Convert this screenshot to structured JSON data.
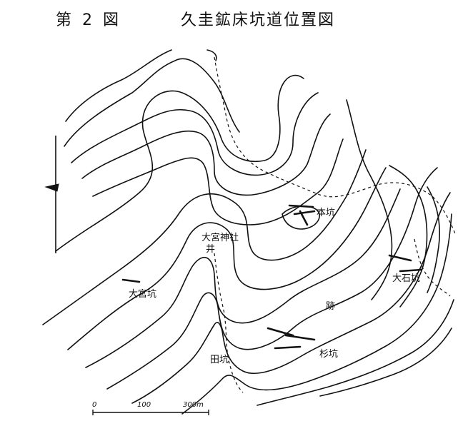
{
  "figure_label": "第 2 図",
  "title": "久圭鉱床坑道位置図",
  "places": {
    "honko": "本坑",
    "omiya_shrine_1": "大宮神社",
    "omiya_shrine_2": "井",
    "omiyako": "大宮坑",
    "oishiko": "大石坑",
    "eastmark": "跡",
    "kijiko": "杉坑",
    "tanaka": "田坑"
  },
  "scale_bar": {
    "zero": "0",
    "mid": "100",
    "end": "300m"
  },
  "colors": {
    "ink": "#111111",
    "paper": "#ffffff"
  },
  "icons": {
    "north_arrow": "north-arrow-icon",
    "adit_symbol": "adit-icon"
  }
}
